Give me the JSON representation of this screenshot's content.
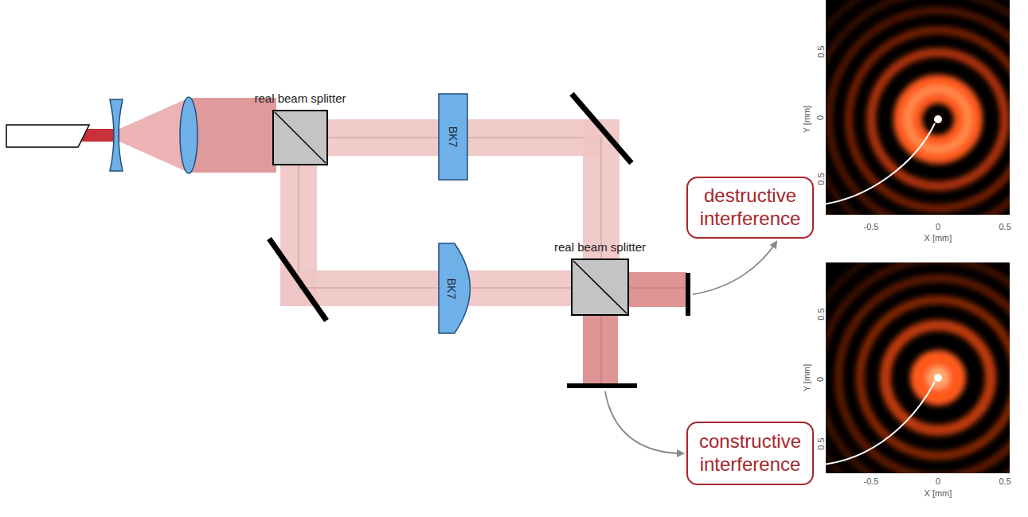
{
  "diagram": {
    "nodes": [
      {
        "text": [
          "real beam splitter"
        ]
      },
      {
        "text": [
          "BK7"
        ]
      },
      {
        "text": [
          "BK7"
        ]
      },
      {
        "text": [
          "real beam splitter"
        ]
      },
      {
        "text": [
          "destructive interference"
        ]
      },
      {
        "text": [
          "constructive interference"
        ]
      }
    ],
    "labels": [
      "Y [mm]",
      "0.5",
      "0",
      "0.5",
      "-0.5",
      "0",
      "0.5",
      "X [mm]",
      "Y [mm]",
      "0.5",
      "0",
      "0.5",
      "-0.5",
      "0",
      "0.5",
      "X [mm]"
    ]
  }
}
